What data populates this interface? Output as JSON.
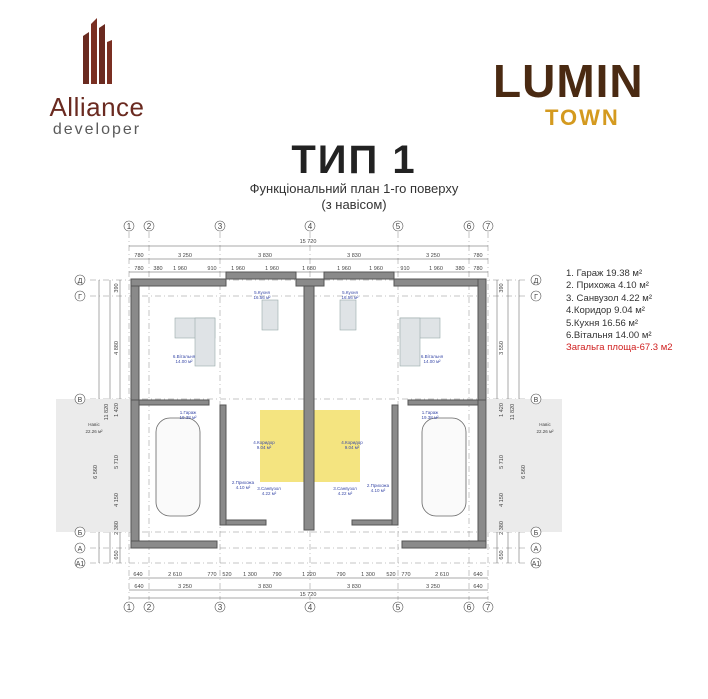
{
  "brand": {
    "left_name": "Alliance",
    "left_sub": "developer",
    "right_name": "LUMIN",
    "right_sub": "TOWN"
  },
  "header": {
    "title": "ТИП 1",
    "subtitle": "Функціональний план 1-го поверху",
    "subtitle2": "(з навісом)"
  },
  "legend": {
    "items": [
      "1. Гараж 19.38 м²",
      "2. Прихожа 4.10 м²",
      "3. Санвузол 4.22 м²",
      "4.Коридор 9.04 м²",
      "5.Кухня 16.56 м²",
      "6.Вітальня 14.00 м²"
    ],
    "total": "Загальга площа-67.3 м2",
    "total_color": "#d02020"
  },
  "axes": {
    "columns": [
      "1",
      "2",
      "3",
      "4",
      "5",
      "6",
      "7"
    ],
    "rows": [
      "Д",
      "Г",
      "В",
      "Б",
      "А",
      "А1"
    ]
  },
  "dimensions": {
    "top_total": "15 720",
    "top_row1": [
      "780",
      "3 250",
      "3 830",
      "3 830",
      "3 250",
      "780"
    ],
    "top_row2": [
      "780",
      "380",
      "1 960",
      "910",
      "1 960",
      "1 960",
      "1 680",
      "1 960",
      "1 960",
      "910",
      "1 960",
      "380",
      "780"
    ],
    "bottom_row1": [
      "640",
      "2 610",
      "770",
      "520",
      "1 300",
      "790",
      "1 220",
      "790",
      "1 300",
      "520",
      "770",
      "2 610",
      "640"
    ],
    "bottom_row2": [
      "640",
      "3 250",
      "3 830",
      "3 830",
      "3 250",
      "640"
    ],
    "bottom_total": "15 720",
    "left_outer": [
      "6 560"
    ],
    "left_mid": [
      "11 820"
    ],
    "left_row": [
      "390",
      "4 880",
      "1 420",
      "5 710",
      "4 150",
      "2 380",
      "650"
    ],
    "right_outer": [
      "6 560"
    ],
    "right_mid": [
      "11 820"
    ],
    "right_row": [
      "390",
      "3 550",
      "1 420",
      "5 710",
      "4 150",
      "2 380",
      "650"
    ]
  },
  "rooms": {
    "canopy_left": "Навіс",
    "canopy_left_area": "22.26 м²",
    "canopy_right": "Навіс",
    "canopy_right_area": "22.26 м²",
    "kitchen_l": "5.Кухня",
    "kitchen_l_area": "16.56 м²",
    "kitchen_r": "5.Кухня",
    "kitchen_r_area": "16.56 м²",
    "living_l": "6.Вітальня",
    "living_l_area": "14.00 м²",
    "living_r": "6.Вітальня",
    "living_r_area": "14.00 м²",
    "garage_l": "1.Гараж",
    "garage_l_area": "19.38 м²",
    "garage_r": "1.Гараж",
    "garage_r_area": "19.38 м²",
    "corr_l": "4.Коридор",
    "corr_l_area": "9.04 м²",
    "corr_r": "4.Коридор",
    "corr_r_area": "9.04 м²",
    "hall_l": "2.Прихожа",
    "hall_l_area": "4.10 м²",
    "hall_r": "2.Прихожа",
    "hall_r_area": "4.10 м²",
    "wc_l": "3.Санвузол",
    "wc_l_area": "4.22 м²",
    "wc_r": "3.Санвузол",
    "wc_r_area": "4.22 м²"
  }
}
